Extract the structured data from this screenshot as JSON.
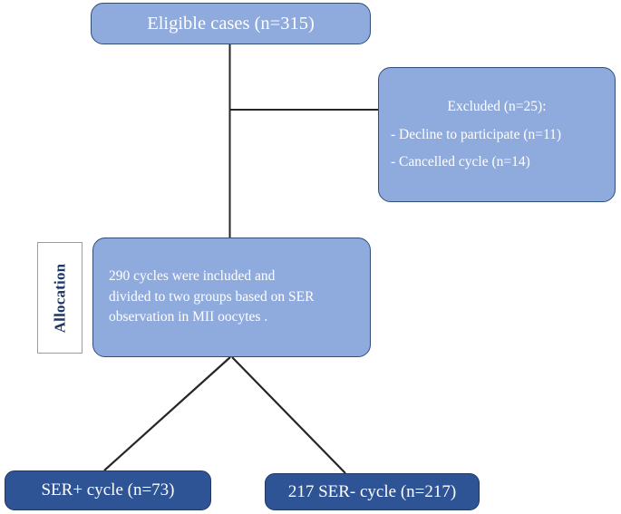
{
  "diagram": {
    "type": "flowchart",
    "title": "Study participant flow diagram",
    "colors": {
      "light_blue_fill": "#8FAADC",
      "light_blue_border": "#2F4E78",
      "dark_blue_fill": "#2E5496",
      "dark_blue_border": "#1F3864",
      "text_on_fill": "#FFFFFF",
      "label_text": "#1F3864",
      "label_border": "#9C9C9C",
      "connector_line": "#262626",
      "background": "#FFFFFF"
    },
    "nodes": {
      "eligible": {
        "label": "Eligible cases (n=315)",
        "style": "light"
      },
      "excluded": {
        "title": "Excluded (n=25):",
        "items": [
          "- Decline to participate (n=11)",
          "- Cancelled cycle (n=14)"
        ],
        "style": "light"
      },
      "allocation": {
        "lines": [
          "290 cycles were included and",
          "divided to two groups based on SER",
          "observation in MII oocytes ."
        ],
        "style": "light"
      },
      "allocation_label": {
        "text": "Allocation",
        "orientation": "vertical-bottom-to-top"
      },
      "ser_positive": {
        "label": "SER+ cycle (n=73)",
        "style": "dark"
      },
      "ser_negative": {
        "label": "217 SER- cycle (n=217)",
        "style": "dark"
      }
    },
    "connectors": [
      {
        "name": "eligible-to-allocation",
        "from": "eligible",
        "to": "allocation",
        "kind": "vertical"
      },
      {
        "name": "eligible-to-excluded",
        "from": "eligible",
        "to": "excluded",
        "kind": "horizontal-branch"
      },
      {
        "name": "allocation-to-ser-positive",
        "from": "allocation",
        "to": "ser_positive",
        "kind": "diagonal"
      },
      {
        "name": "allocation-to-ser-negative",
        "from": "allocation",
        "to": "ser_negative",
        "kind": "diagonal"
      }
    ]
  }
}
